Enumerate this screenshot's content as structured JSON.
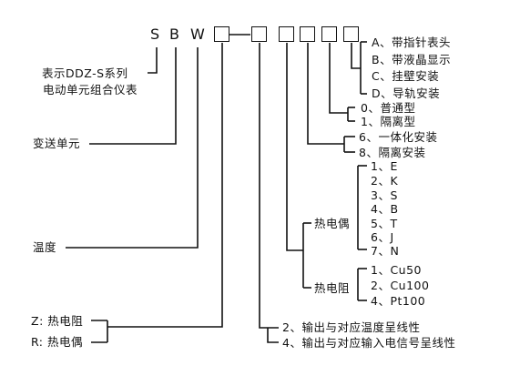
{
  "code": {
    "s1": "S",
    "s2": "B",
    "s3": "W"
  },
  "labels": {
    "series_line1": "表示DDZ-S系列",
    "series_line2": "电动单元组合仪表",
    "transmitter": "变送单元",
    "temperature": "温度",
    "sensor_z": "Z: 热电阻",
    "sensor_r": "R: 热电偶"
  },
  "options_install": [
    "A、带指针表头",
    "B、带液晶显示",
    "C、挂壁安装",
    "D、导轨安装"
  ],
  "options_type": [
    "0、普通型",
    "1、隔离型"
  ],
  "options_mount": [
    "6、一体化安装",
    "8、隔离安装"
  ],
  "thermocouple_label": "热电偶",
  "thermocouple": [
    "1、E",
    "2、K",
    "3、S",
    "4、B",
    "5、T",
    "6、J",
    "7、N"
  ],
  "rtd_label": "热电阻",
  "rtd": [
    "1、Cu50",
    "2、Cu100",
    "4、Pt100"
  ],
  "output": [
    "2、输出与对应温度呈线性",
    "4、输出与对应输入电信号呈线性"
  ]
}
